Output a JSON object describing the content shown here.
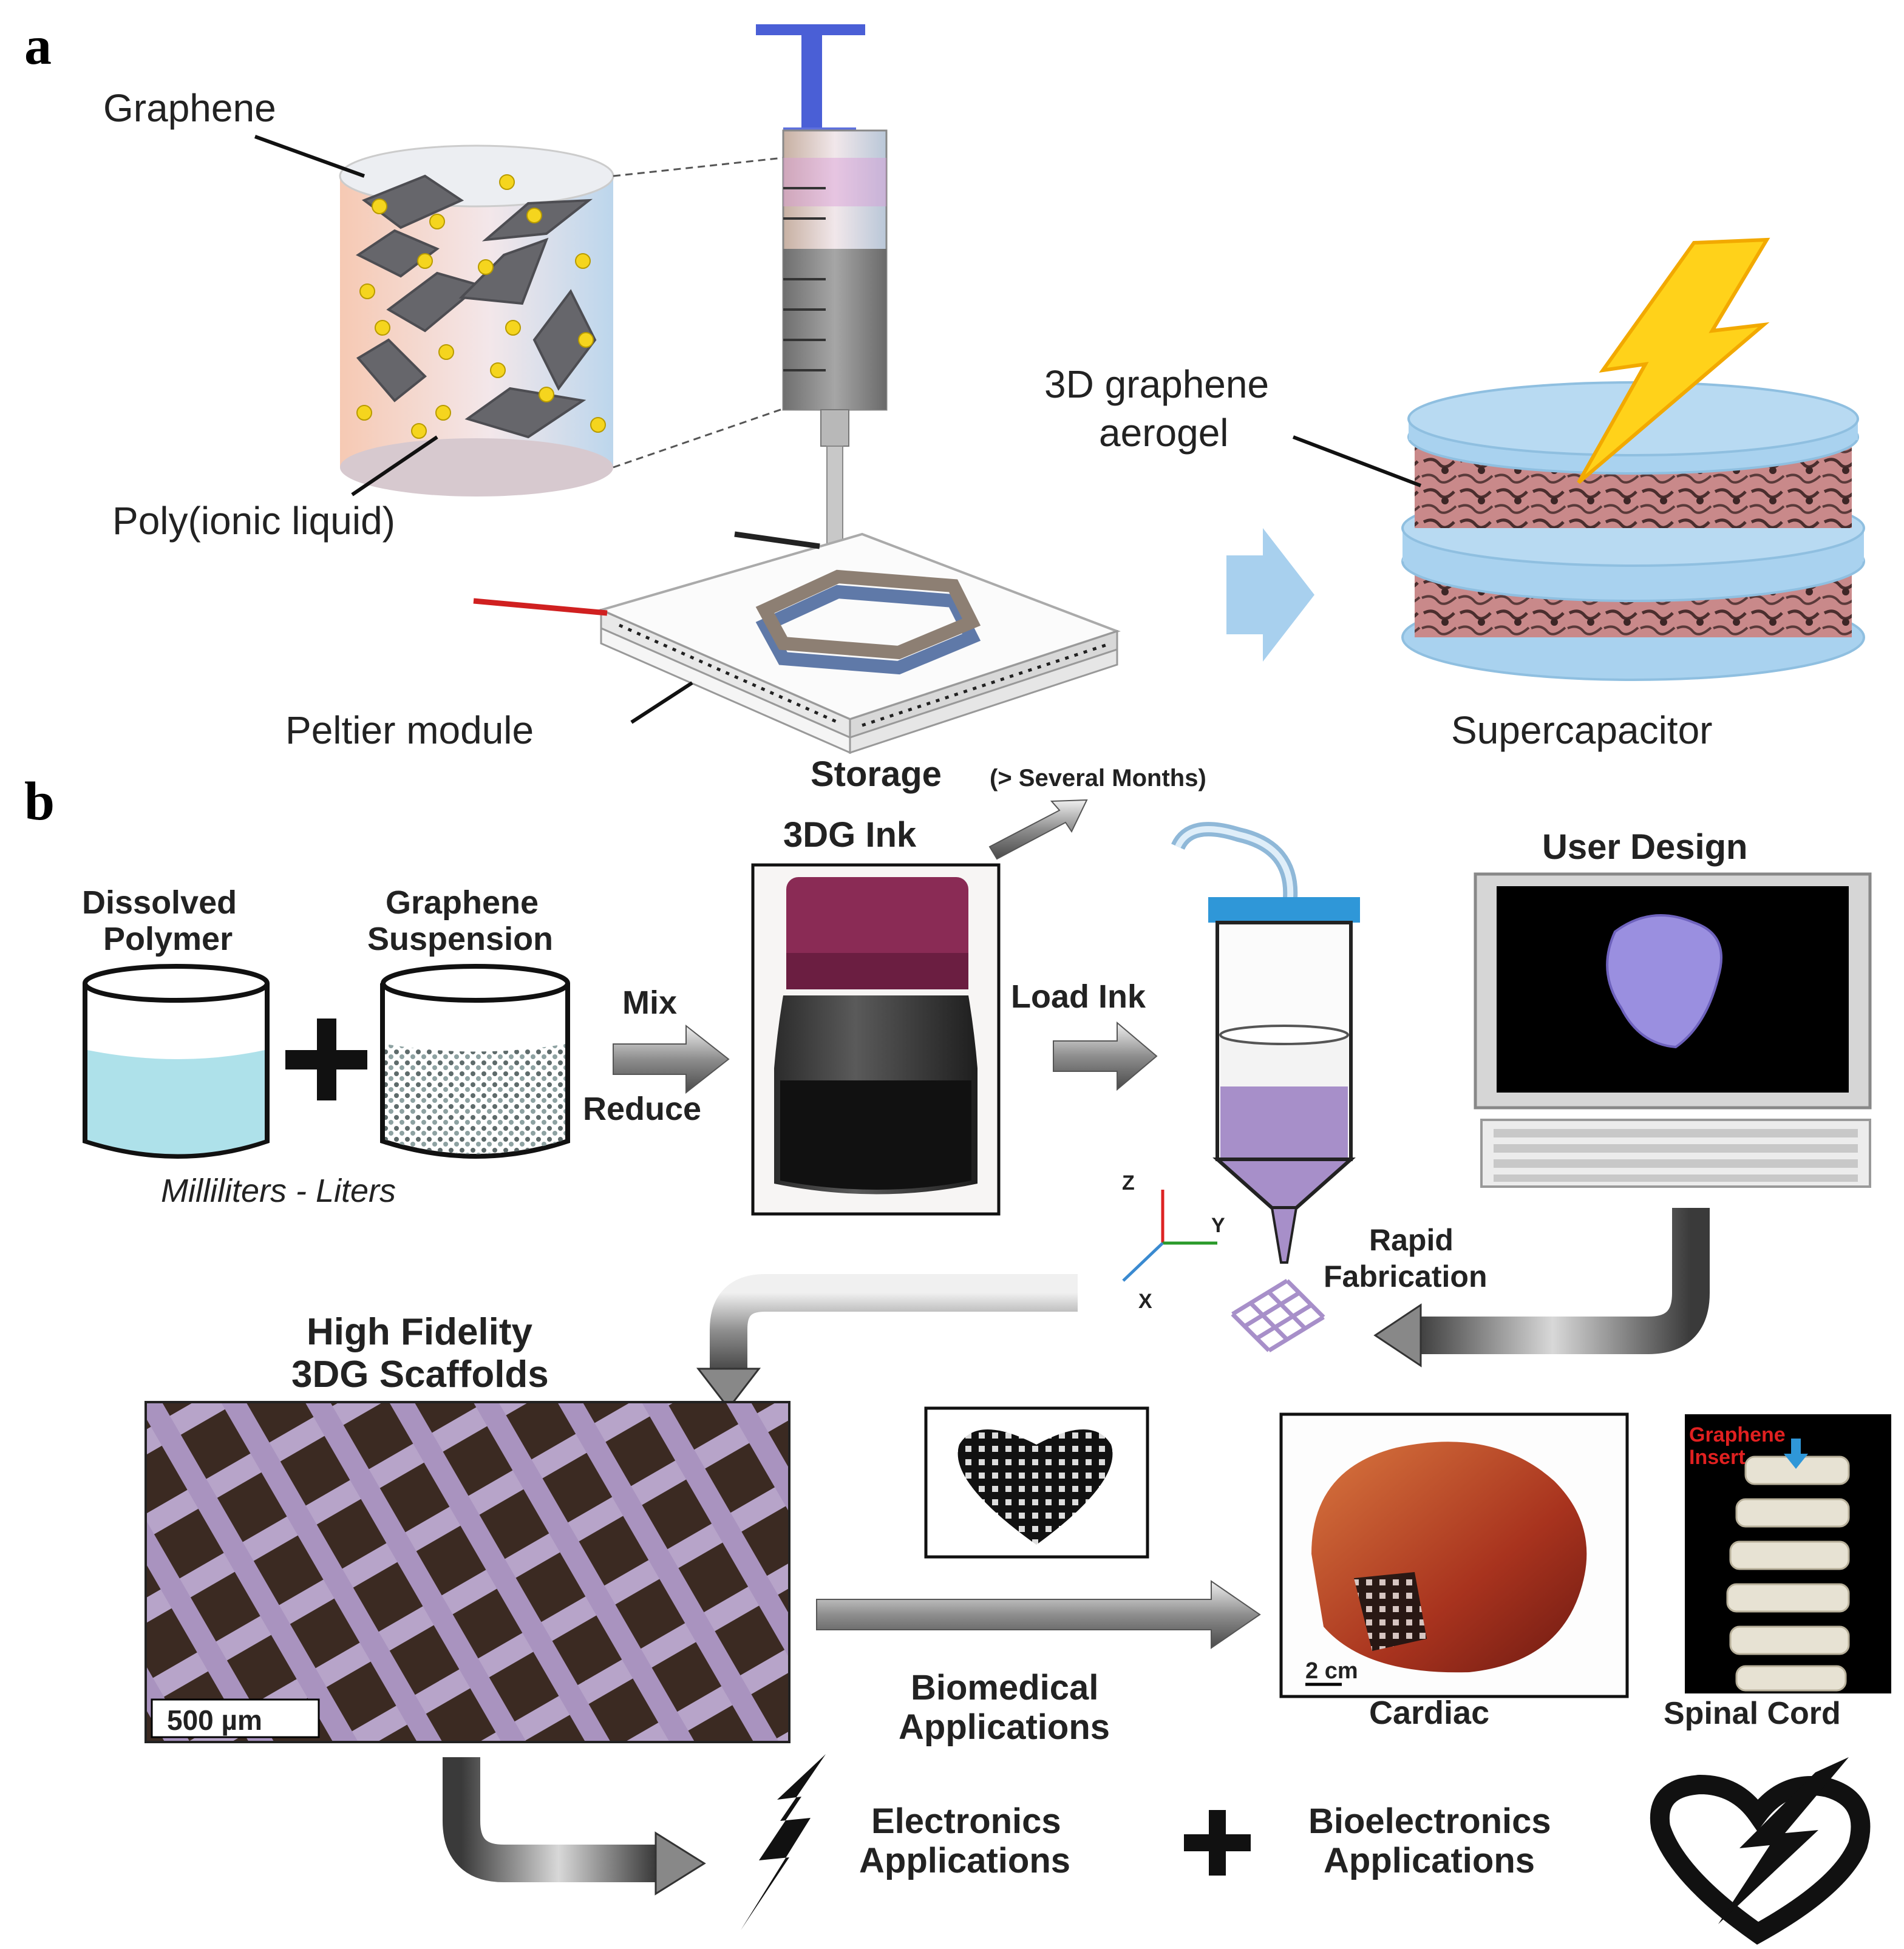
{
  "panel_a": {
    "letter": "a",
    "labels": {
      "graphene": "Graphene",
      "poly_ionic": "Poly(ionic liquid)",
      "aerogel_1": "3D graphene",
      "aerogel_2": "aerogel",
      "peltier": "Peltier module",
      "supercapacitor": "Supercapacitor"
    }
  },
  "panel_b": {
    "letter": "b",
    "labels": {
      "storage": "Storage",
      "storage_note": "(> Several Months)",
      "ink": "3DG Ink",
      "dissolved_1": "Dissolved",
      "dissolved_2": "Polymer",
      "graphene_susp_1": "Graphene",
      "graphene_susp_2": "Suspension",
      "volume": "Milliliters - Liters",
      "mix": "Mix",
      "reduce": "Reduce",
      "load_ink": "Load Ink",
      "user_design": "User Design",
      "axis_z": "Z",
      "axis_y": "Y",
      "axis_x": "X",
      "rapid_1": "Rapid",
      "rapid_2": "Fabrication",
      "scaffold_1": "High Fidelity",
      "scaffold_2": "3DG Scaffolds",
      "scale_sem": "500 µm",
      "biomed_1": "Biomedical",
      "biomed_2": "Applications",
      "scale_heart": "2 cm",
      "cardiac": "Cardiac",
      "graphene_insert_1": "Graphene",
      "graphene_insert_2": "Insert",
      "spinal": "Spinal Cord",
      "electronics_1": "Electronics",
      "electronics_2": "Applications",
      "bioelectronics_1": "Bioelectronics",
      "bioelectronics_2": "Applications"
    }
  },
  "colors": {
    "syringe_plunger": "#4a5fd6",
    "aerogel": "#c9898a",
    "plate_blue": "#a9d2ef",
    "bolt": "#ffd21a",
    "ink_purple": "#a78fc9"
  }
}
